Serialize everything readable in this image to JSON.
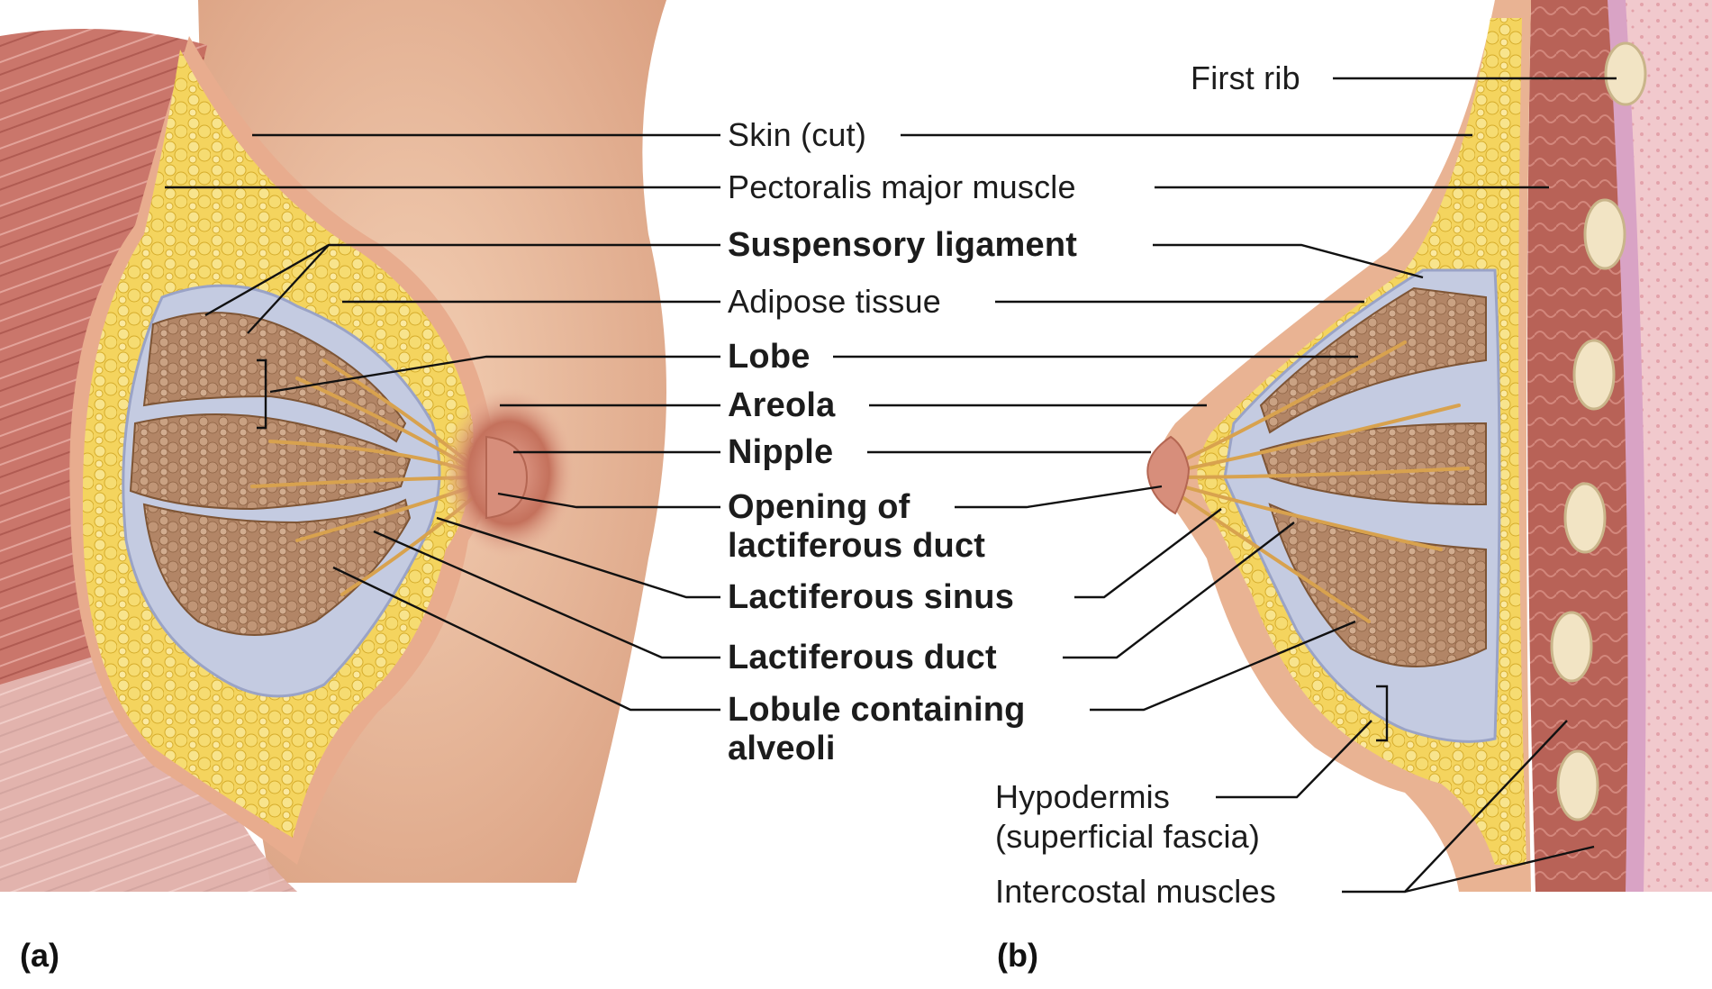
{
  "panels": {
    "a": "(a)",
    "b": "(b)"
  },
  "labels": {
    "first_rib": "First rib",
    "skin": "Skin (cut)",
    "pectoralis": "Pectoralis major muscle",
    "suspensory": "Suspensory ligament",
    "adipose": "Adipose tissue",
    "lobe": "Lobe",
    "areola": "Areola",
    "nipple": "Nipple",
    "opening_1": "Opening of",
    "opening_2": "lactiferous duct",
    "sinus": "Lactiferous sinus",
    "duct": "Lactiferous duct",
    "lobule_1": "Lobule containing",
    "lobule_2": "alveoli",
    "hypodermis_1": "Hypodermis",
    "hypodermis_2": "(superficial fascia)",
    "intercostal": "Intercostal muscles"
  },
  "colors": {
    "skin": "#eab99a",
    "skin_shadow": "#d8a07f",
    "muscle": "#c8685c",
    "adipose": "#f3d25a",
    "gland": "#b98a69",
    "fascia": "#c7cde2",
    "areola": "#c67a64",
    "bone": "#f1e3c3",
    "leader": "#111111"
  }
}
